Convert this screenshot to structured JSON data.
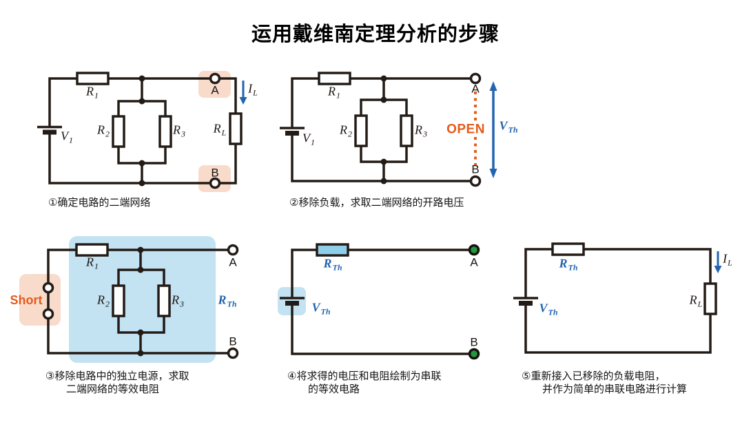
{
  "title": "运用戴维南定理分析的步骤",
  "colors": {
    "wire": "#231b16",
    "pink_highlight": "#f8dbcb",
    "blue_highlight": "#c3e2f2",
    "resistor_fill_blue": "#8fcde9",
    "accent_orange": "#e65a1a",
    "accent_blue": "#2265af",
    "terminal_green": "#1f9b3e"
  },
  "labels": {
    "v1": {
      "m": "V",
      "s": "1"
    },
    "r1": {
      "m": "R",
      "s": "1"
    },
    "r2": {
      "m": "R",
      "s": "2"
    },
    "r3": {
      "m": "R",
      "s": "3"
    },
    "rl": {
      "m": "R",
      "s": "L"
    },
    "il": {
      "m": "I",
      "s": "L"
    },
    "vth": {
      "m": "V",
      "s": "Th"
    },
    "rth": {
      "m": "R",
      "s": "Th"
    },
    "terminal_a": "A",
    "terminal_b": "B",
    "open": "OPEN",
    "short": "Short"
  },
  "steps": [
    {
      "caption_line1": "①确定电路的二端网络",
      "caption_line2": ""
    },
    {
      "caption_line1": "②移除负载，求取二端网络的开路电压",
      "caption_line2": ""
    },
    {
      "caption_line1": "③移除电路中的独立电源，求取",
      "caption_line2": "二端网络的等效电阻"
    },
    {
      "caption_line1": "④将求得的电压和电阻绘制为串联",
      "caption_line2": "的等效电路"
    },
    {
      "caption_line1": "⑤重新接入已移除的负载电阻，",
      "caption_line2": "并作为简单的串联电路进行计算"
    }
  ]
}
